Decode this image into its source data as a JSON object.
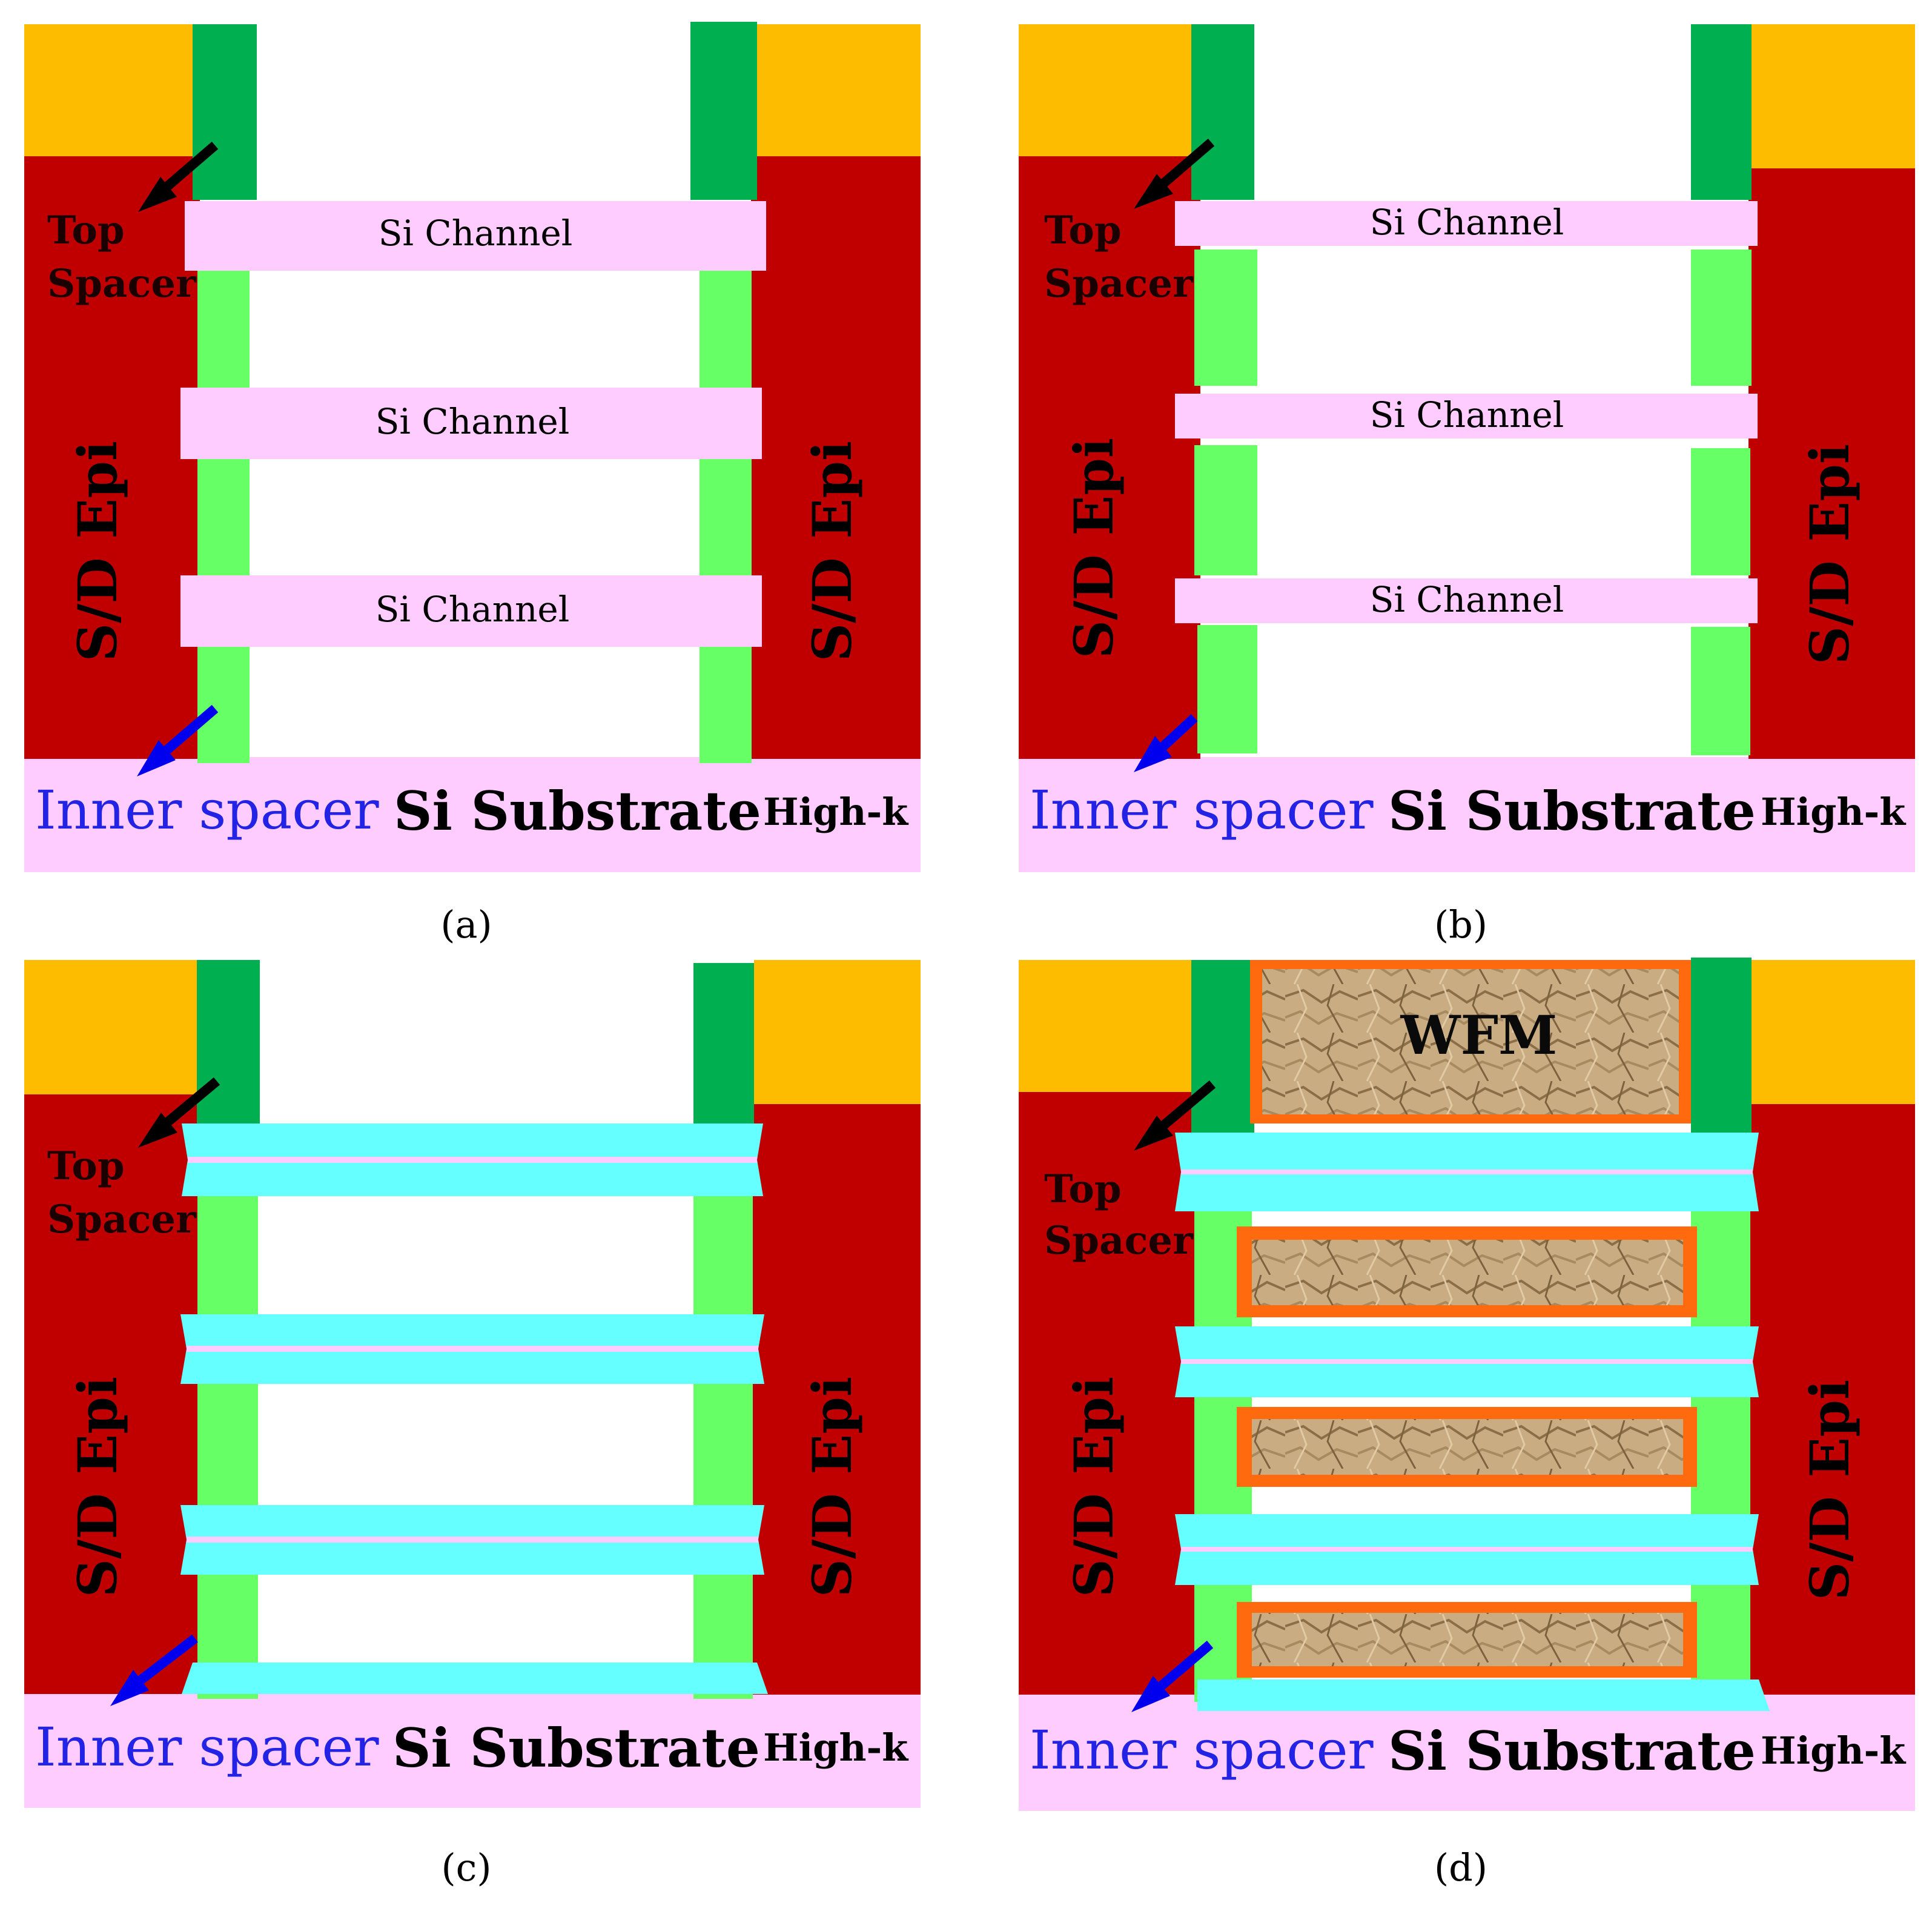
{
  "colors": {
    "gate_cap": "#fdbc00",
    "sd_epi": "#c00000",
    "top_spacer": "#00b050",
    "inner_spacer": "#66ff66",
    "channel": "#ffccff",
    "high_k": "#66ffff",
    "work_function_metal": "#c9ac82",
    "liner": "#ff6a0f",
    "inner_label": "#2323e6",
    "top_arrow": "#000000",
    "inner_arrow": "#0000ee"
  },
  "labels": {
    "top_spacer_line1": "Top",
    "top_spacer_line2": "Spacer",
    "sd_epi": "S/D Epi",
    "si_channel": "Si Channel",
    "inner_spacer": "Inner spacer",
    "si_substrate": "Si Substrate",
    "high_k": "High-k",
    "wfm": "WFM"
  },
  "panels": [
    {
      "id": "a",
      "caption": "(a)",
      "channel_labels": true,
      "high_k_layers": false,
      "wfm_fill": false
    },
    {
      "id": "b",
      "caption": "(b)",
      "channel_labels": true,
      "high_k_layers": false,
      "wfm_fill": false
    },
    {
      "id": "c",
      "caption": "(c)",
      "channel_labels": false,
      "high_k_layers": true,
      "wfm_fill": false
    },
    {
      "id": "d",
      "caption": "(d)",
      "channel_labels": false,
      "high_k_layers": true,
      "wfm_fill": true
    }
  ]
}
